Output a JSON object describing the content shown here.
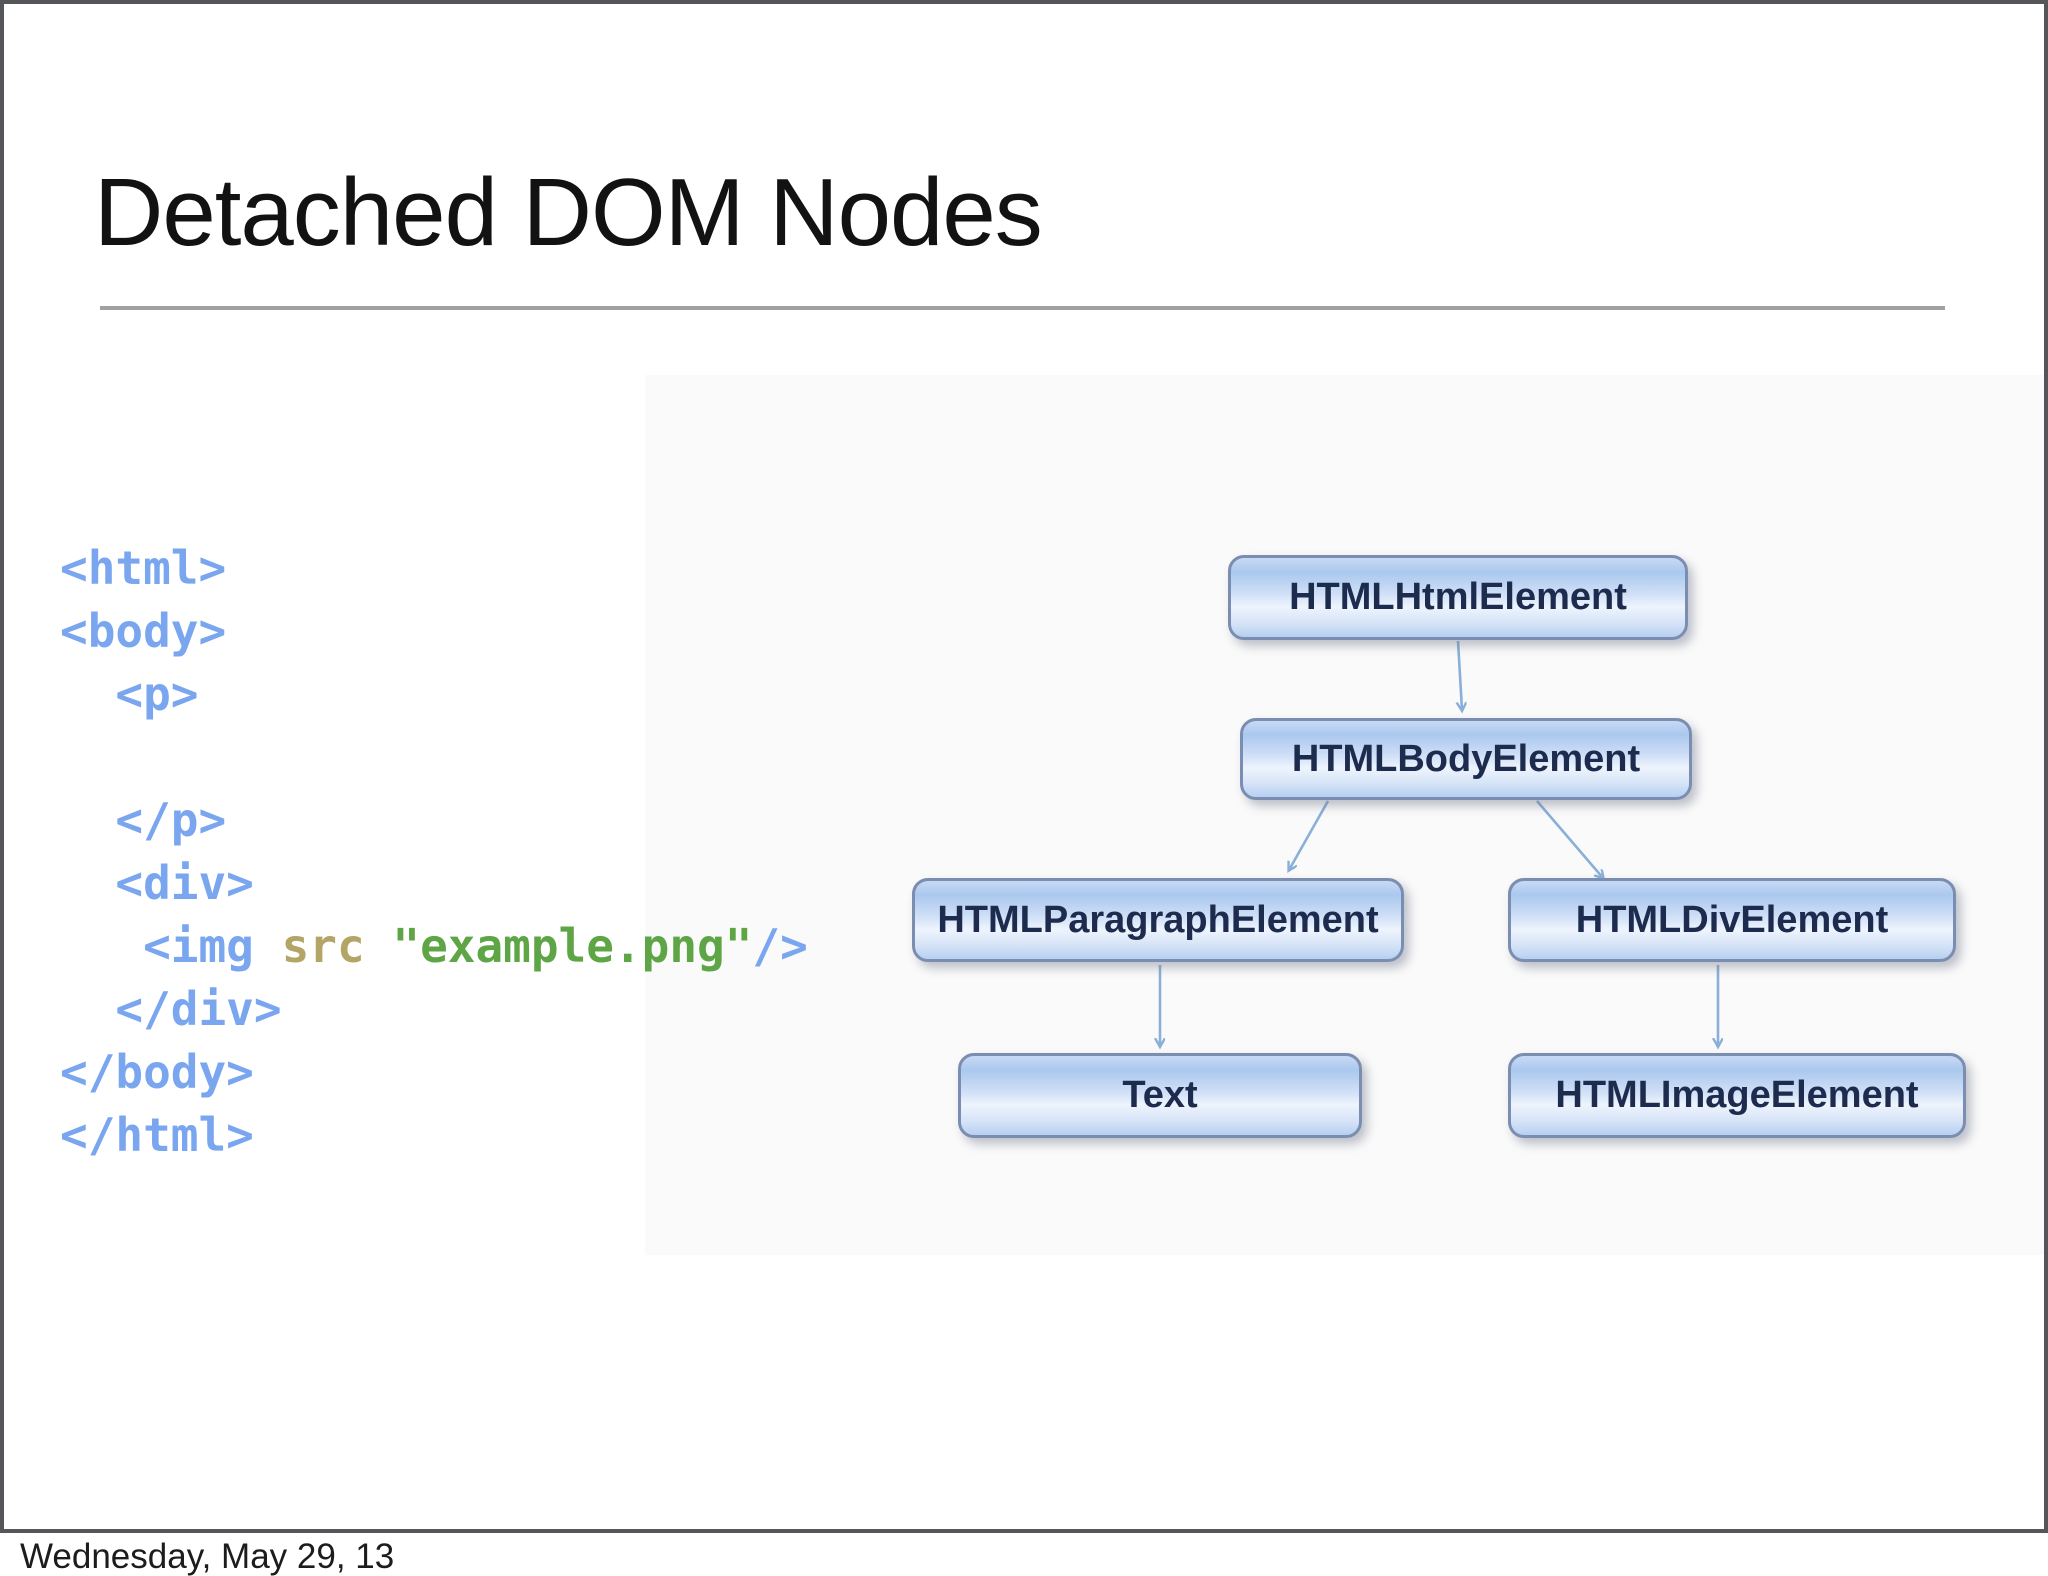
{
  "slide": {
    "title": "Detached DOM Nodes",
    "footer_date": "Wednesday, May 29, 13"
  },
  "code": {
    "lines": [
      "<html>",
      "<body>",
      "  <p>",
      "",
      "  </p>",
      "  <div>"
    ],
    "img_line": {
      "indent": "   ",
      "open": "<img",
      "sp1": " ",
      "attr": "src",
      "sp2": " ",
      "value": "\"example.png\"",
      "close": "/>"
    },
    "tail_lines": [
      "  </div>",
      "</body>",
      "</html>"
    ],
    "colors": {
      "tag": "#79a6ee",
      "attr": "#b3a565",
      "value": "#5ea546"
    }
  },
  "diagram": {
    "nodes": [
      {
        "id": "html",
        "label": "HTMLHtmlElement"
      },
      {
        "id": "body",
        "label": "HTMLBodyElement"
      },
      {
        "id": "paragraph",
        "label": "HTMLParagraphElement"
      },
      {
        "id": "div",
        "label": "HTMLDivElement"
      },
      {
        "id": "text",
        "label": "Text"
      },
      {
        "id": "image",
        "label": "HTMLImageElement"
      }
    ],
    "edges": [
      {
        "from": "html",
        "to": "body"
      },
      {
        "from": "body",
        "to": "paragraph"
      },
      {
        "from": "body",
        "to": "div"
      },
      {
        "from": "paragraph",
        "to": "text"
      },
      {
        "from": "div",
        "to": "image"
      }
    ],
    "colors": {
      "node_border": "#7b8db0",
      "node_fill_top": "#aac8ee",
      "node_fill_light": "#eef4fd",
      "label_text": "#1d2b4e",
      "arrow": "#8aafd8"
    }
  }
}
